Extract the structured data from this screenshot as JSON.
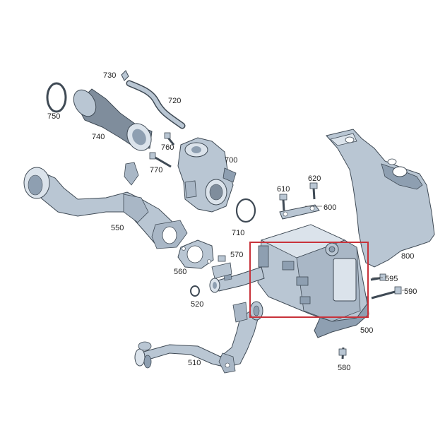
{
  "diagram": {
    "labels": {
      "p500": "500",
      "p510": "510",
      "p520": "520",
      "p550": "550",
      "p560": "560",
      "p570": "570",
      "p580": "580",
      "p590": "590",
      "p595": "595",
      "p600": "600",
      "p610": "610",
      "p620": "620",
      "p700": "700",
      "p710": "710",
      "p720": "720",
      "p730": "730",
      "p740": "740",
      "p750": "750",
      "p760": "760",
      "p770": "770",
      "p800": "800"
    },
    "colors": {
      "part_fill": "#b9c6d3",
      "part_shade": "#8e9fb1",
      "part_light": "#dbe3eb",
      "outline": "#3f4a55",
      "leader": "#555555",
      "highlight_box": "#c8323a"
    }
  }
}
